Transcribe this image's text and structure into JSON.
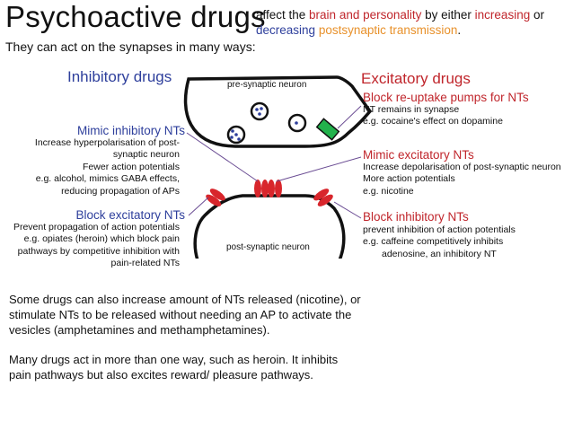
{
  "title": "Psychoactive drugs",
  "intro": {
    "p1": "affect the ",
    "brain_personality": "brain and personality",
    "p2": " by either ",
    "increasing": "increasing",
    "or": " or ",
    "decreasing": "decreasing",
    "space": " ",
    "postsynaptic": "postsynaptic transmission",
    "period": "."
  },
  "subtitle": "They can act on the synapses in many ways:",
  "inhibitory": {
    "heading": "Inhibitory drugs",
    "mimic_heading": "Mimic inhibitory NTs",
    "mimic_lines": [
      "Increase hyperpolarisation of post-",
      "synaptic neuron",
      "Fewer action potentials",
      "e.g. alcohol, mimics GABA effects,",
      "reducing propagation of APs"
    ],
    "block_heading": "Block excitatory NTs",
    "block_lines": [
      "Prevent propagation of action potentials",
      "e.g. opiates (heroin) which block pain",
      "pathways by competitive inhibition with",
      "pain-related NTs"
    ]
  },
  "excitatory": {
    "heading": "Excitatory drugs",
    "reuptake_heading": "Block re-uptake pumps for NTs",
    "reuptake_lines": [
      "NT remains in synapse",
      "e.g. cocaine's effect on dopamine"
    ],
    "mimic_heading": "Mimic excitatory NTs",
    "mimic_lines": [
      "Increase depolarisation of post-synaptic neuron",
      "More action potentials",
      "e.g. nicotine"
    ],
    "block_heading": "Block inhibitory NTs",
    "block_lines": [
      "prevent inhibition of action potentials",
      "e.g. caffeine competitively inhibits",
      "adenosine, an inhibitory NT"
    ]
  },
  "diagram": {
    "pre_label": "pre-synaptic neuron",
    "post_label": "post-synaptic neuron"
  },
  "paragraphs": {
    "p1": [
      "Some drugs can also increase amount of NTs released (nicotine), or",
      "stimulate NTs to be released without needing an AP to activate the",
      "vesicles (amphetamines and methamphetamines)."
    ],
    "p2": [
      "Many drugs act in more than one way, such as heroin. It inhibits",
      "pain pathways but also excites reward/ pleasure pathways."
    ]
  },
  "colors": {
    "blue": "#2e3f9c",
    "red": "#c0262c",
    "orange": "#e8912b",
    "purple": "#6a4c93",
    "green": "#22b24c"
  }
}
